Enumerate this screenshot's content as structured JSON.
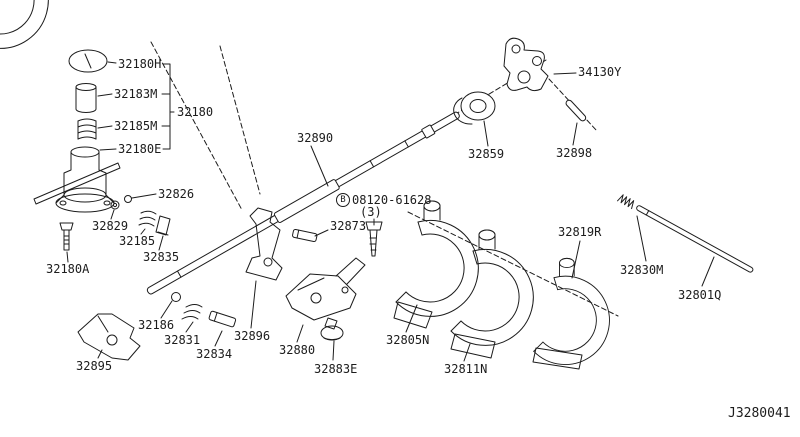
{
  "diagram": {
    "drawing_number": "J3280041",
    "bolt_note": {
      "prefix": "B",
      "number": "08120-61628",
      "quantity": "(3)"
    },
    "part_labels": {
      "32180H": "32180H",
      "32183M": "32183M",
      "32185M": "32185M",
      "32180E": "32180E",
      "32180": "32180",
      "32890": "32890",
      "34130Y": "34130Y",
      "32859": "32859",
      "32898": "32898",
      "32826": "32826",
      "32873": "32873",
      "32829": "32829",
      "32185": "32185",
      "32835": "32835",
      "32180A": "32180A",
      "32819R": "32819R",
      "32830M": "32830M",
      "32801Q": "32801Q",
      "32186": "32186",
      "32831": "32831",
      "32834": "32834",
      "32896": "32896",
      "32880": "32880",
      "32883E": "32883E",
      "32805N": "32805N",
      "32811N": "32811N",
      "32895": "32895"
    },
    "colors": {
      "line": "#1c1c1c",
      "background": "#ffffff"
    }
  }
}
